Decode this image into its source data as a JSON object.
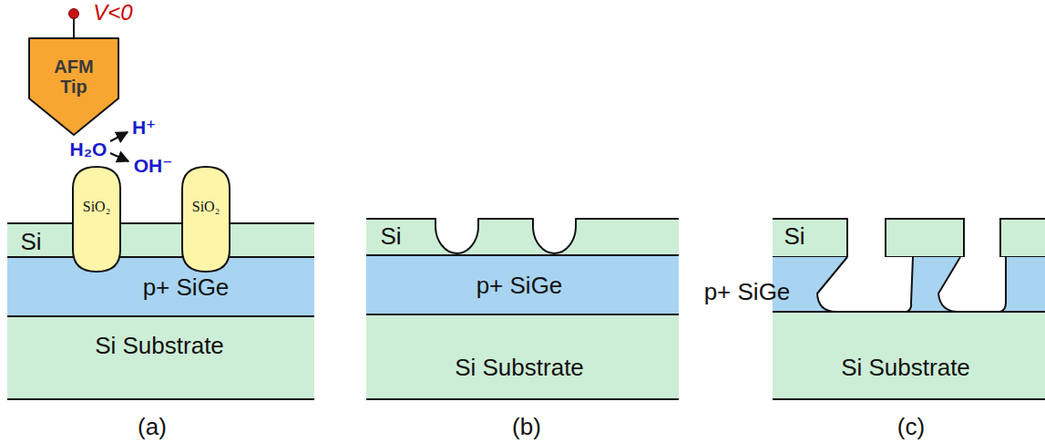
{
  "diagram": {
    "nodes": [
      {
        "text": [
          "AFM Tip"
        ]
      },
      {
        "text": [
          "SiO₂"
        ]
      },
      {
        "text": [
          "SiO₂"
        ]
      },
      {
        "text": [
          "Si"
        ]
      },
      {
        "text": [
          "p+ SiGe"
        ]
      },
      {
        "text": [
          "Si Substrate"
        ]
      },
      {
        "text": [
          "Si"
        ]
      },
      {
        "text": [
          "p+ SiGe"
        ]
      },
      {
        "text": [
          "Si Substrate"
        ]
      },
      {
        "text": [
          "Si"
        ]
      },
      {
        "text": [
          "p+ SiGe"
        ]
      },
      {
        "text": [
          "Si Substrate"
        ]
      }
    ],
    "labels": [
      "V<0",
      "H₂O",
      "H⁺",
      "OH⁻",
      "(a)",
      "(b)",
      "(c)"
    ]
  }
}
